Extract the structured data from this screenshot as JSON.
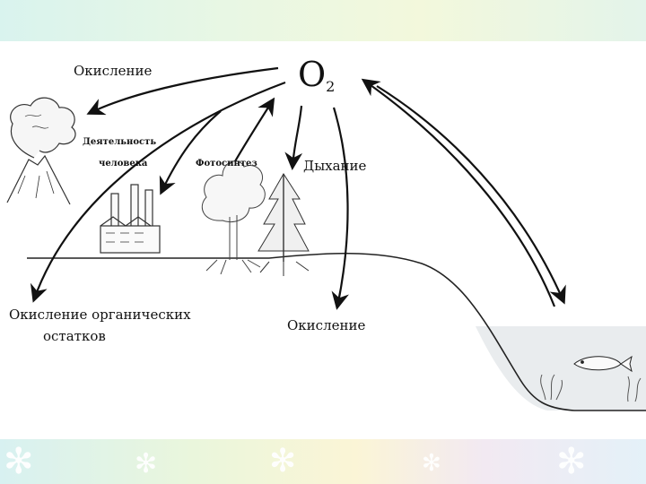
{
  "diagram": {
    "o2": {
      "main": "O",
      "sub": "2"
    },
    "labels": {
      "oxidation_top": "Окисление",
      "human_activity_line1": "Деятельность",
      "human_activity_line2": "человека",
      "photosynthesis": "Фотосинтез",
      "respiration": "Дыхание",
      "oxidation_organic_line1": "Окисление органических",
      "oxidation_organic_line2": "остатков",
      "oxidation_bottom": "Окисление"
    }
  }
}
